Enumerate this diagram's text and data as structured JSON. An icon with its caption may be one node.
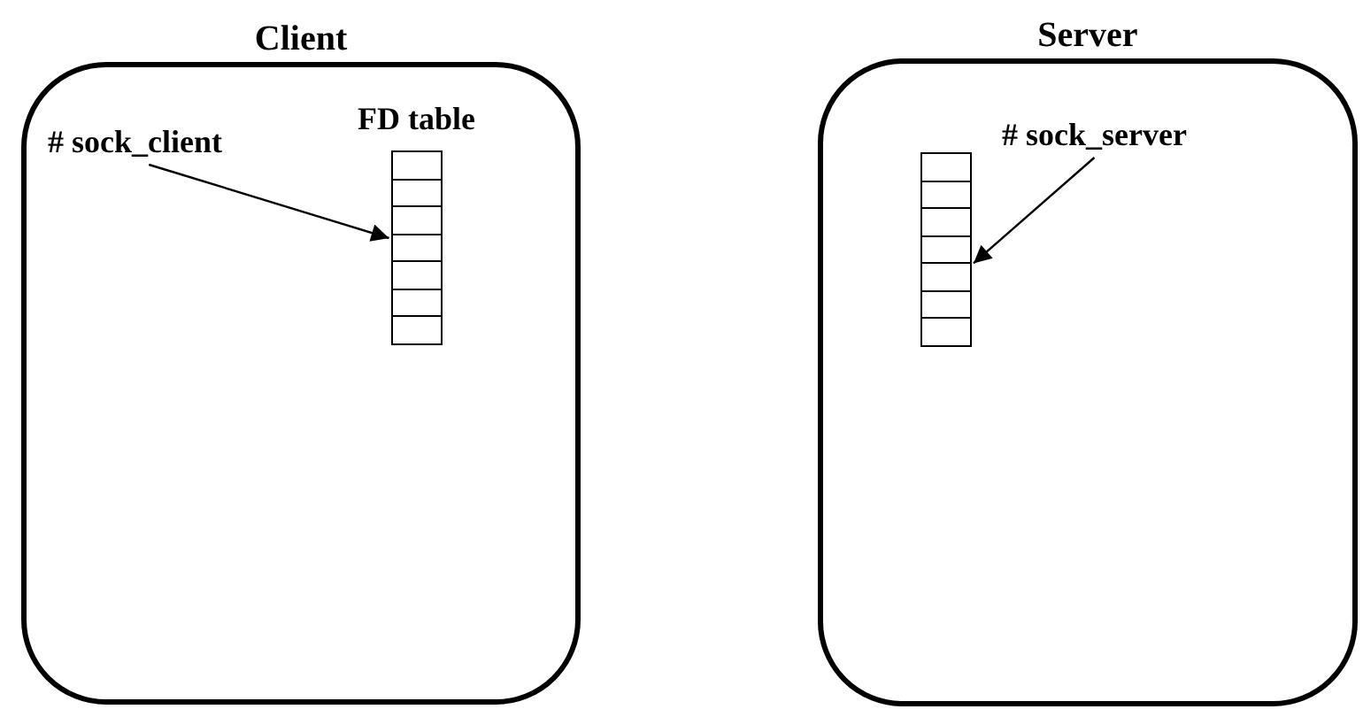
{
  "diagram": {
    "nodes": [
      {
        "text": [
          "Client"
        ]
      },
      {
        "text": [
          "# sock_client"
        ],
        "in": 0
      },
      {
        "text": [
          "FD table"
        ],
        "in": 0
      },
      {
        "text": [
          "Server"
        ]
      },
      {
        "text": [
          "# sock_server"
        ],
        "in": 3
      },
      {
        "text": [],
        "shape": "box",
        "in": 3
      }
    ],
    "edges": [
      {
        "from": 1,
        "to": 2,
        "arrow": "to"
      },
      {
        "from": 4,
        "to": 5,
        "arrow": "to"
      }
    ]
  }
}
